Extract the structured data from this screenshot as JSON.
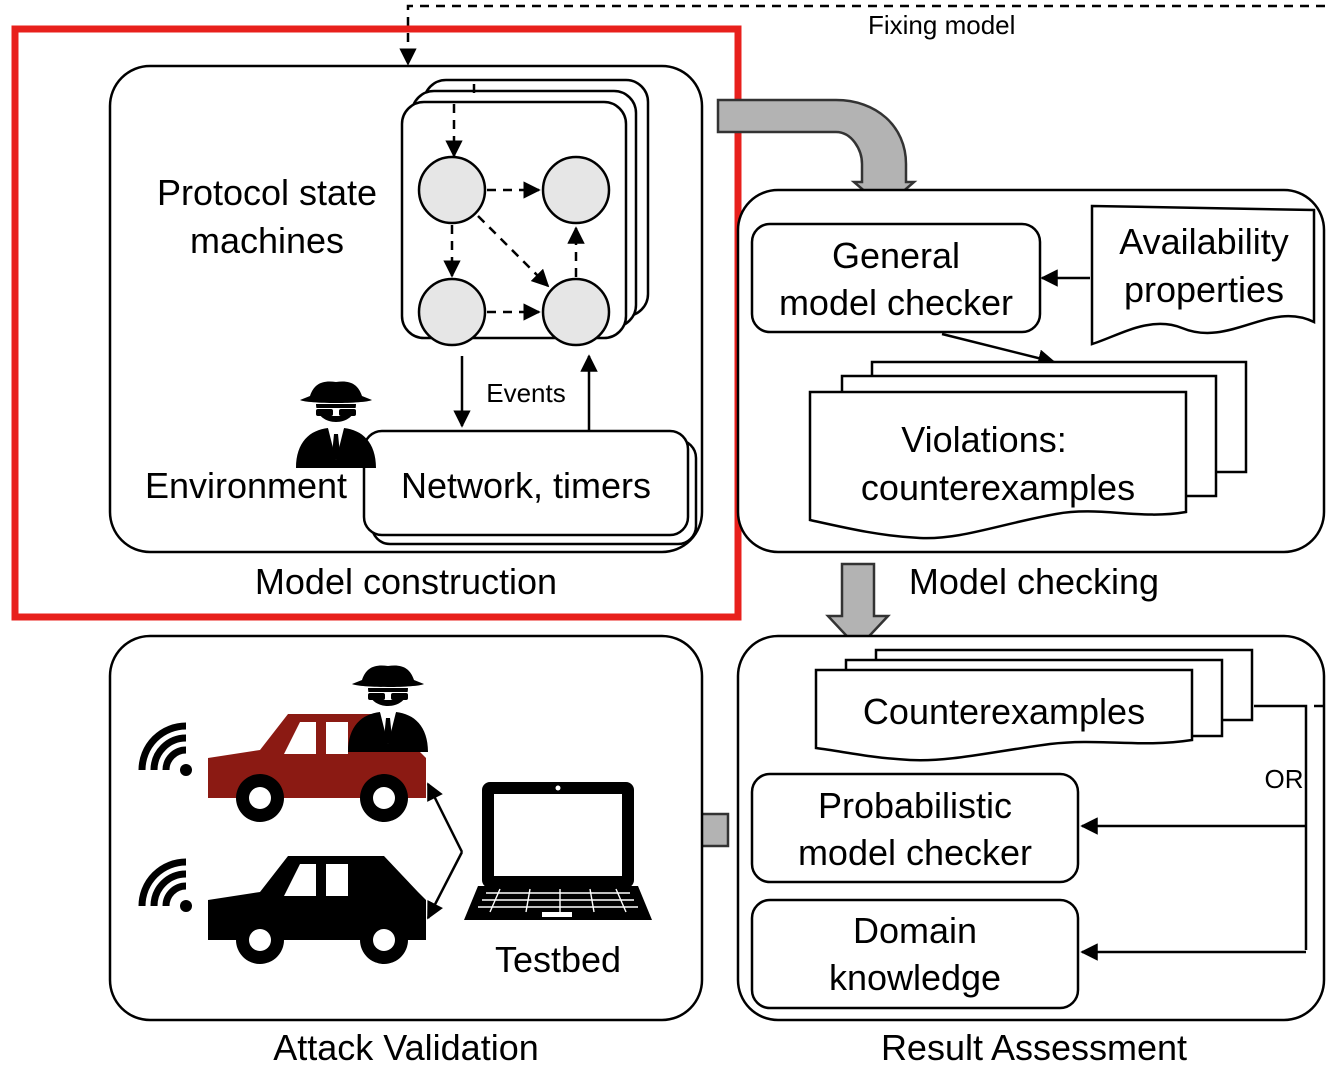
{
  "feedback": {
    "label": "Fixing model"
  },
  "model_construction": {
    "caption": "Model construction",
    "fsm_label_line1": "Protocol state",
    "fsm_label_line2": "machines",
    "events_label": "Events",
    "environment_label": "Environment",
    "network_label": "Network, timers",
    "highlight_color": "#e8201c"
  },
  "model_checking": {
    "caption": "Model checking",
    "checker_line1": "General",
    "checker_line2": "model checker",
    "properties_line1": "Availability",
    "properties_line2": "properties",
    "violations_line1": "Violations:",
    "violations_line2": "counterexamples"
  },
  "result_assessment": {
    "caption": "Result Assessment",
    "counterexamples_label": "Counterexamples",
    "or_label": "OR",
    "prob_line1": "Probabilistic",
    "prob_line2": "model checker",
    "domain_line1": "Domain",
    "domain_line2": "knowledge"
  },
  "attack_validation": {
    "caption": "Attack Validation",
    "testbed_label": "Testbed",
    "car1_color": "#8b1a13",
    "car2_color": "#000000"
  }
}
